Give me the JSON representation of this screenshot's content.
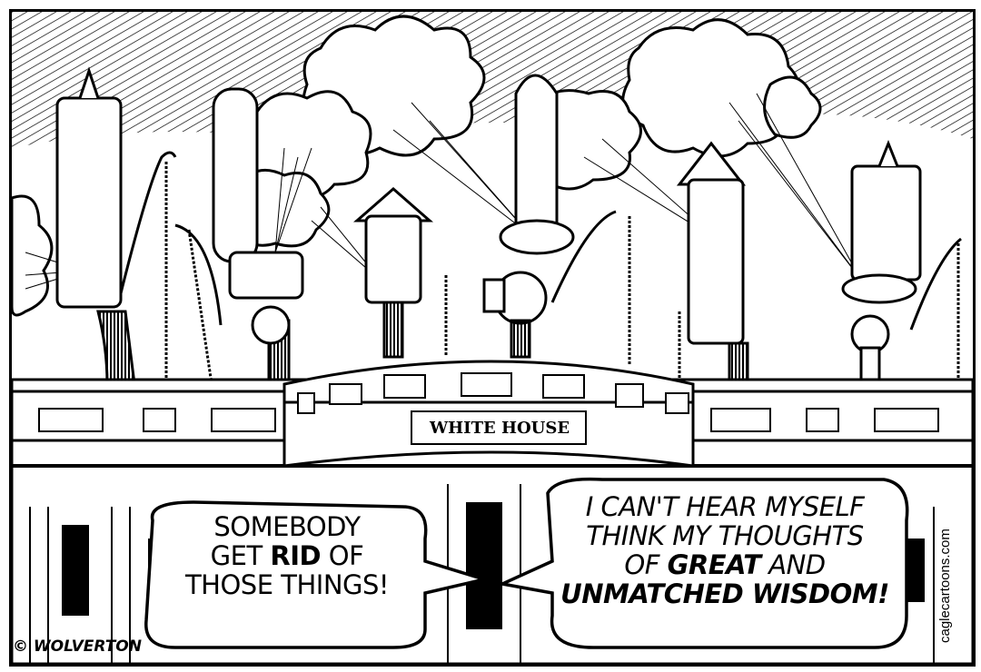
{
  "cartoon": {
    "building_sign": "WHITE HOUSE",
    "speech_bubbles": [
      {
        "speaker": "left",
        "lines": [
          {
            "segments": [
              {
                "text": "SOMEBODY",
                "bold": false
              }
            ]
          },
          {
            "segments": [
              {
                "text": "GET ",
                "bold": false
              },
              {
                "text": "RID",
                "bold": true
              },
              {
                "text": " OF",
                "bold": false
              }
            ]
          },
          {
            "segments": [
              {
                "text": "THOSE THINGS!",
                "bold": false
              }
            ]
          }
        ]
      },
      {
        "speaker": "right",
        "lines": [
          {
            "segments": [
              {
                "text": "I CAN'T HEAR MYSELF",
                "bold": false
              }
            ]
          },
          {
            "segments": [
              {
                "text": "THINK MY THOUGHTS",
                "bold": false
              }
            ]
          },
          {
            "segments": [
              {
                "text": "OF ",
                "bold": false
              },
              {
                "text": "GREAT",
                "bold": true
              },
              {
                "text": " AND",
                "bold": false
              }
            ]
          },
          {
            "segments": [
              {
                "text": "UNMATCHED WISDOM!",
                "bold": true
              }
            ]
          }
        ]
      }
    ],
    "signature": "© WOLVERTON",
    "watermark": "caglecartoons.com",
    "colors": {
      "ink": "#000000",
      "paper": "#ffffff"
    }
  }
}
